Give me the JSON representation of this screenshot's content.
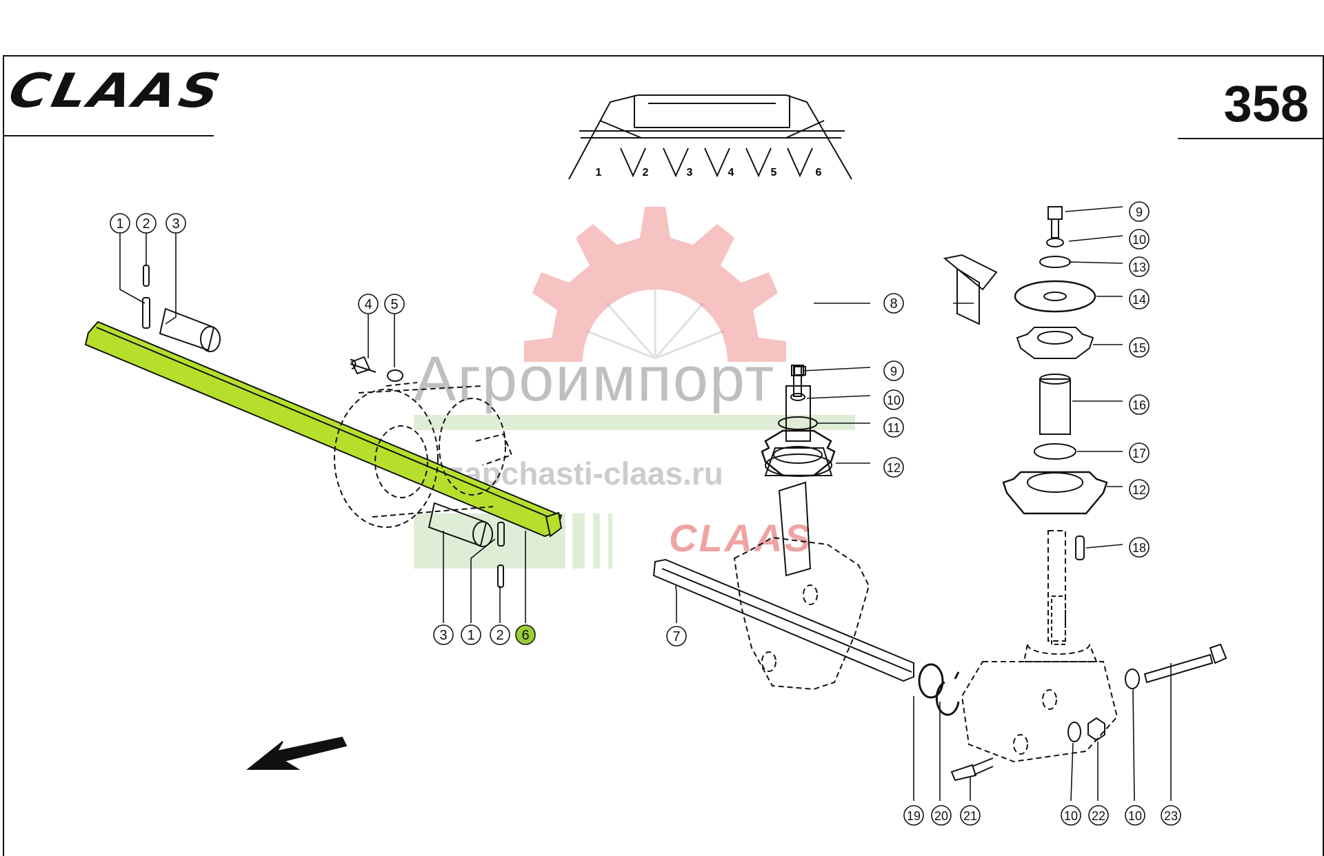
{
  "header": {
    "brand_logo": "CLAAS",
    "page_number": "358"
  },
  "watermark": {
    "company": "Агроимпорт",
    "url": "zapchasti-claas.ru",
    "brand": "CLAAS"
  },
  "overview": {
    "row_numbers": [
      "1",
      "2",
      "3",
      "4",
      "5",
      "6"
    ]
  },
  "callouts": {
    "left_top": [
      "1",
      "2",
      "3"
    ],
    "bolt_group": [
      "4",
      "5"
    ],
    "left_bottom": [
      "3",
      "1",
      "2"
    ],
    "highlighted": "6",
    "shaft": "7",
    "bracket": "8",
    "mid_column": [
      "9",
      "10",
      "11",
      "12"
    ],
    "right_column": [
      "9",
      "10",
      "13",
      "14",
      "15",
      "16",
      "17",
      "12",
      "18"
    ],
    "bottom_row": [
      "19",
      "20",
      "21",
      "10",
      "22",
      "10",
      "23"
    ]
  },
  "colors": {
    "highlight": "#b5df2b",
    "highlight_badge": "#9acd32",
    "ink": "#111111",
    "watermark_red": "#e45050",
    "watermark_green": "#8fbf6a"
  }
}
